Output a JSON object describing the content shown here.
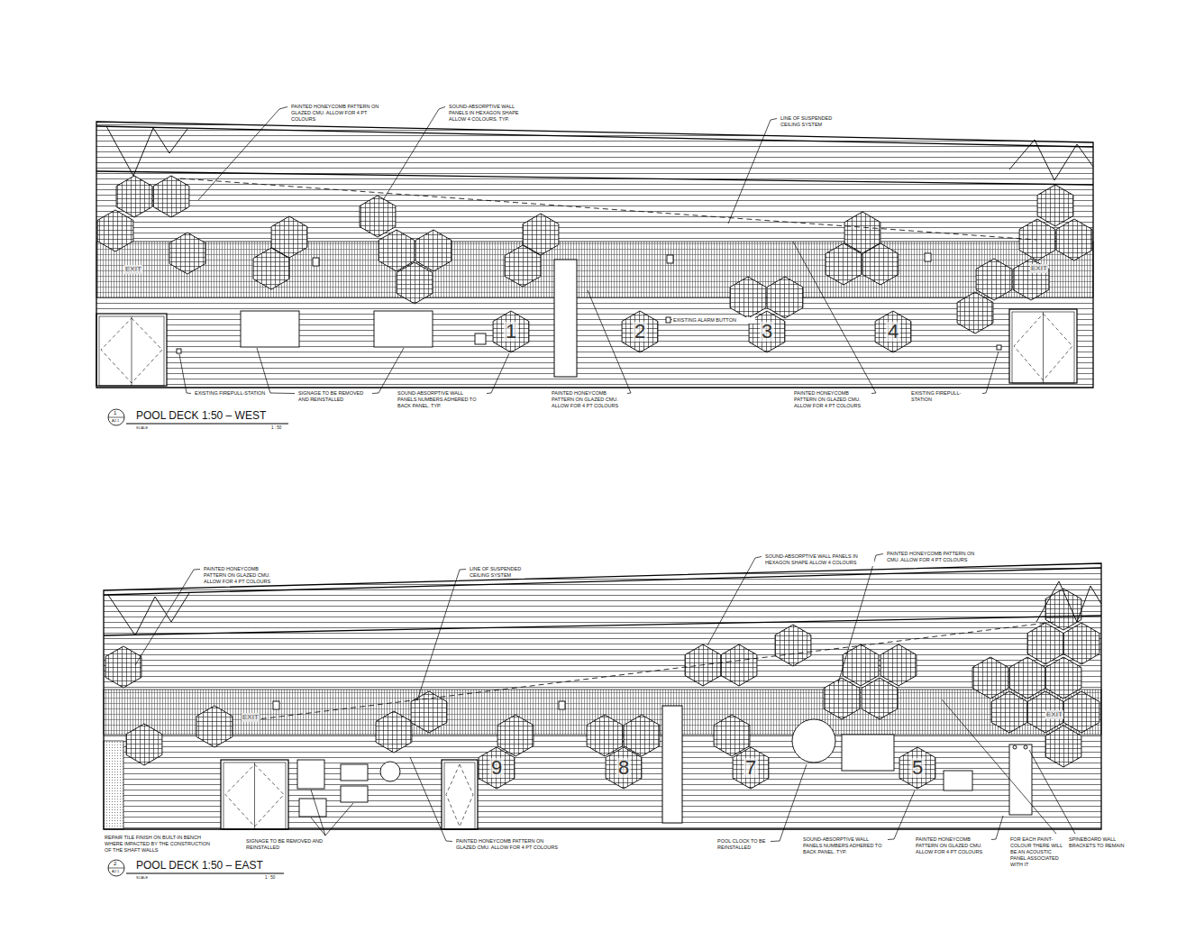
{
  "diagram": {
    "nodes": [
      {
        "text": [
          "1"
        ]
      },
      {
        "text": [
          "2"
        ]
      },
      {
        "text": [
          "3"
        ]
      },
      {
        "text": [
          "4"
        ]
      },
      {
        "text": [
          "9"
        ]
      },
      {
        "text": [
          "8"
        ]
      },
      {
        "text": [
          "7"
        ]
      },
      {
        "text": [
          "5"
        ]
      }
    ],
    "labels": [
      "PAINTED HONEYCOMB PATTERN ON GLAZED CMU. ALLOW FOR 4 PT COLOURS",
      "SOUND-ABSORPTIVE WALL PANELS IN HEXAGON SHAPE ALLOW 4 COLOURS. TYP.",
      "LINE OF SUSPENDED CEILING SYSTEM",
      "EXIT",
      "EXIT",
      "EXISTING ALARM BUTTON",
      "EXISTING FIREPULL-STATION",
      "SIGNAGE TO BE REMOVED AND REINSTALLED",
      "SOUND-ABSORPTIVE WALL PANELS NUMBERS ADHERED TO BACK PANEL. TYP.",
      "PAINTED HONEYCOMB PATTERN ON GLAZED CMU. ALLOW FOR 4 PT COLOURS",
      "PAINTED HONEYCOMB PATTERN ON GLAZED CMU. ALLOW FOR 4 PT COLOURS",
      "EXISTING FIREPULL-STATION",
      "1",
      "A2.1",
      "POOL DECK 1:50 – WEST",
      "SCALE",
      "1 : 50",
      "PAINTED HONEYCOMB PATTERN ON GLAZED CMU. ALLOW FOR 4 PT COLOURS",
      "LINE OF SUSPENDED CEILING SYSTEM",
      "SOUND-ABSORPTIVE WALL PANELS IN HEXAGON SHAPE ALLOW 4 COLOURS",
      "PAINTED HONEYCOMB PATTERN ON CMU. ALLOW FOR 4 PT COLOURS",
      "EXIT",
      "EXIT",
      "REPAIR TILE FINISH ON BUILT-IN BENCH WHERE IMPACTED BY THE CONSTRUCTION OF THE SHAFT WALLS",
      "SIGNAGE TO BE REMOVED AND REINSTALLED",
      "PAINTED HONEYCOMB PATTERN ON GLAZED CMU. ALLOW FOR 4 PT COLOURS",
      "POOL CLOCK TO BE REINSTALLED",
      "SOUND-ABSORPTIVE WALL PANELS NUMBERS ADHERED TO BACK PANEL. TYP.",
      "PAINTED HONEYCOMB PATTERN ON GLAZED CMU. ALLOW FOR 4 PT COLOURS",
      "FOR EACH PAINT-COLOUR THERE WILL BE AN ACOUSTIC PANEL ASSOCIATED WITH IT",
      "SPINEBOARD WALL BRACKETS TO REMAIN",
      "2",
      "A2.1",
      "POOL DECK 1:50 – EAST",
      "SCALE",
      "1 : 50"
    ]
  }
}
